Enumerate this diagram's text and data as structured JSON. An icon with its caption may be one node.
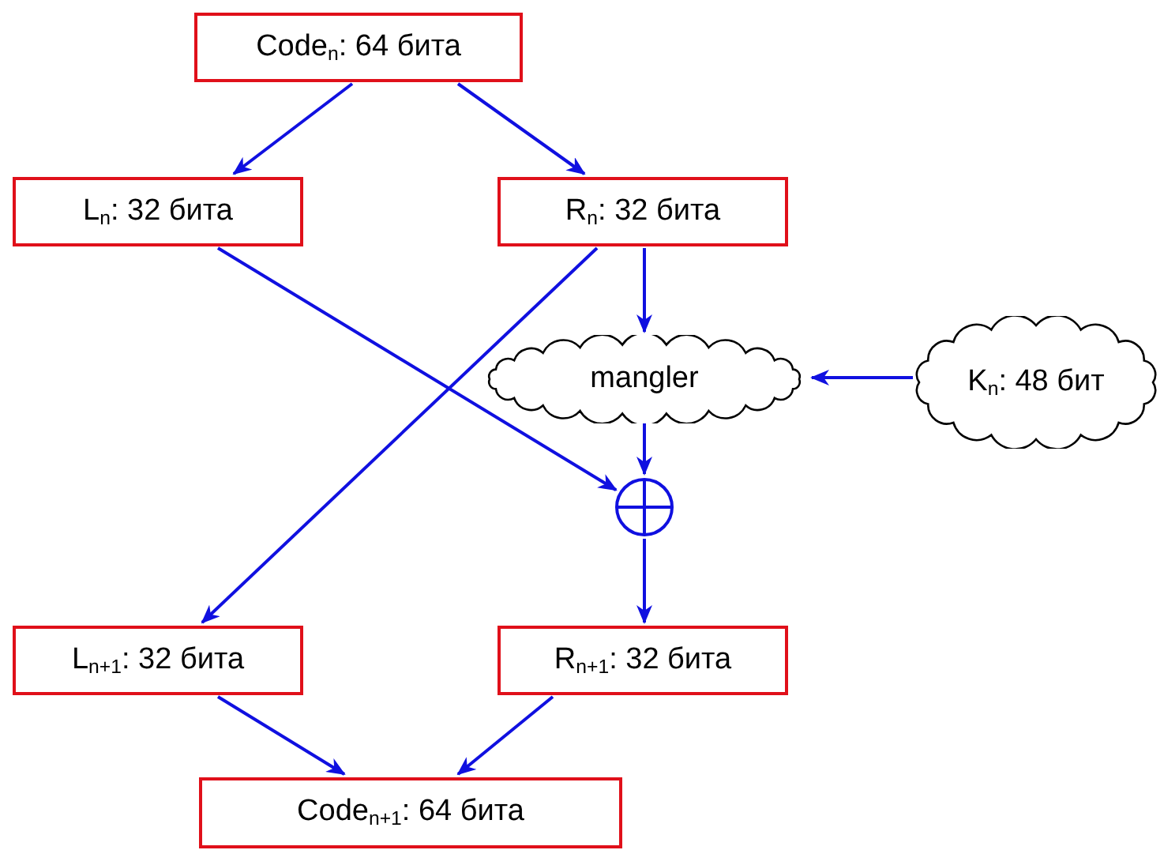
{
  "diagram": {
    "nodes": [
      {
        "text": [
          "Code$_{n}$: 64 бита"
        ]
      },
      {
        "text": [
          "L$_{n}$: 32 бита"
        ]
      },
      {
        "text": [
          "R$_{n}$: 32 бита"
        ]
      },
      {
        "text": [
          "mangler"
        ]
      },
      {
        "text": [
          "K$_{n}$: 48 бит"
        ]
      },
      {
        "text": [],
        "shape": "circle"
      },
      {
        "text": [
          "L$_{n+1}$: 32 бита"
        ]
      },
      {
        "text": [
          "R$_{n+1}$: 32 бита"
        ]
      },
      {
        "text": [
          "Code$_{n+1}$: 64 бита"
        ]
      }
    ],
    "edges": [
      {
        "from": 0,
        "to": 1,
        "arrow": "to"
      },
      {
        "from": 0,
        "to": 2,
        "arrow": "to"
      },
      {
        "from": 1,
        "to": 5,
        "arrow": "to"
      },
      {
        "from": 2,
        "to": 3,
        "arrow": "to"
      },
      {
        "from": 2,
        "to": 6,
        "arrow": "to"
      },
      {
        "from": 4,
        "to": 3,
        "arrow": "to"
      },
      {
        "from": 3,
        "to": 5,
        "arrow": "to"
      },
      {
        "from": 5,
        "to": 7,
        "arrow": "to"
      },
      {
        "from": 6,
        "to": 8,
        "arrow": "to"
      },
      {
        "from": 7,
        "to": 8,
        "arrow": "to"
      }
    ]
  }
}
